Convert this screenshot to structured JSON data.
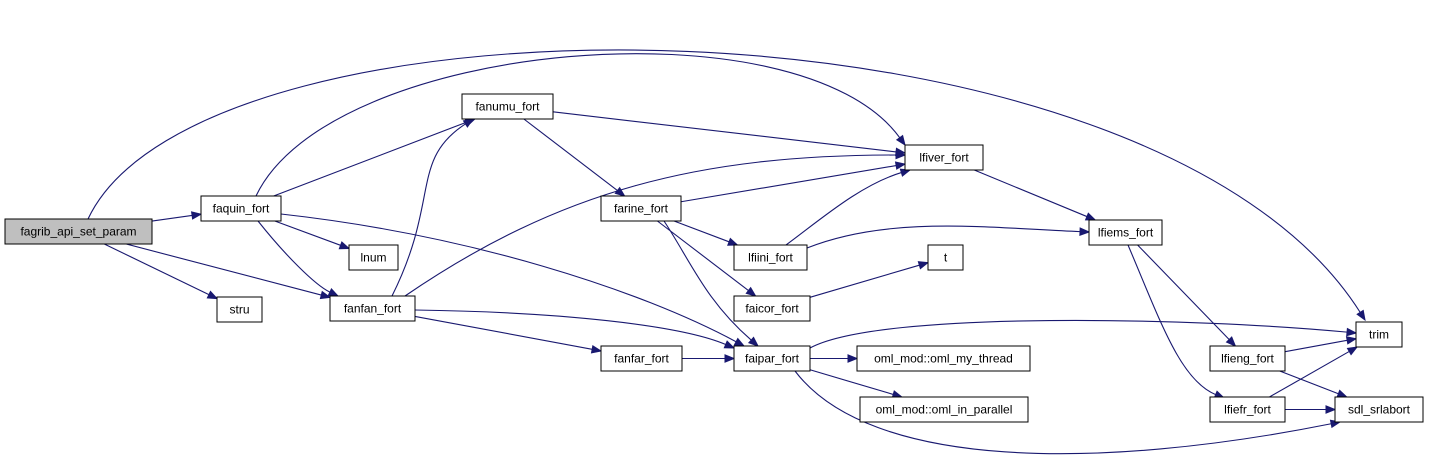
{
  "diagram": {
    "type": "call-graph",
    "edge_color": "#191970",
    "root_fill": "#bfbfbf",
    "nodes": {
      "fagrib_api_set_param": "fagrib_api_set_param",
      "faquin_fort": "faquin_fort",
      "stru": "stru",
      "fanfan_fort": "fanfan_fort",
      "lnum": "lnum",
      "fanumu_fort": "fanumu_fort",
      "farine_fort": "farine_fort",
      "lfiver_fort": "lfiver_fort",
      "lfiini_fort": "lfiini_fort",
      "faicor_fort": "faicor_fort",
      "t": "t",
      "fanfar_fort": "fanfar_fort",
      "faipar_fort": "faipar_fort",
      "oml_my_thread": "oml_mod::oml_my_thread",
      "oml_in_parallel": "oml_mod::oml_in_parallel",
      "lfiems_fort": "lfiems_fort",
      "lfieng_fort": "lfieng_fort",
      "lfiefr_fort": "lfiefr_fort",
      "trim": "trim",
      "sdl_srlabort": "sdl_srlabort"
    },
    "edges": [
      [
        "fagrib_api_set_param",
        "faquin_fort"
      ],
      [
        "fagrib_api_set_param",
        "stru"
      ],
      [
        "fagrib_api_set_param",
        "fanfan_fort"
      ],
      [
        "fagrib_api_set_param",
        "trim"
      ],
      [
        "faquin_fort",
        "fanumu_fort"
      ],
      [
        "faquin_fort",
        "lfiver_fort"
      ],
      [
        "faquin_fort",
        "lnum"
      ],
      [
        "faquin_fort",
        "fanfan_fort"
      ],
      [
        "faquin_fort",
        "faipar_fort"
      ],
      [
        "fanfan_fort",
        "fanumu_fort"
      ],
      [
        "fanfan_fort",
        "lfiver_fort"
      ],
      [
        "fanfan_fort",
        "fanfar_fort"
      ],
      [
        "fanfan_fort",
        "faipar_fort"
      ],
      [
        "fanumu_fort",
        "farine_fort"
      ],
      [
        "fanumu_fort",
        "lfiver_fort"
      ],
      [
        "farine_fort",
        "lfiver_fort"
      ],
      [
        "farine_fort",
        "lfiini_fort"
      ],
      [
        "farine_fort",
        "faicor_fort"
      ],
      [
        "farine_fort",
        "faipar_fort"
      ],
      [
        "lfiini_fort",
        "lfiver_fort"
      ],
      [
        "lfiini_fort",
        "lfiems_fort"
      ],
      [
        "faicor_fort",
        "t"
      ],
      [
        "fanfar_fort",
        "faipar_fort"
      ],
      [
        "faipar_fort",
        "oml_my_thread"
      ],
      [
        "faipar_fort",
        "oml_in_parallel"
      ],
      [
        "faipar_fort",
        "trim"
      ],
      [
        "faipar_fort",
        "sdl_srlabort"
      ],
      [
        "lfiver_fort",
        "lfiems_fort"
      ],
      [
        "lfiems_fort",
        "lfieng_fort"
      ],
      [
        "lfiems_fort",
        "lfiefr_fort"
      ],
      [
        "lfieng_fort",
        "trim"
      ],
      [
        "lfieng_fort",
        "sdl_srlabort"
      ],
      [
        "lfiefr_fort",
        "trim"
      ],
      [
        "lfiefr_fort",
        "sdl_srlabort"
      ]
    ]
  }
}
